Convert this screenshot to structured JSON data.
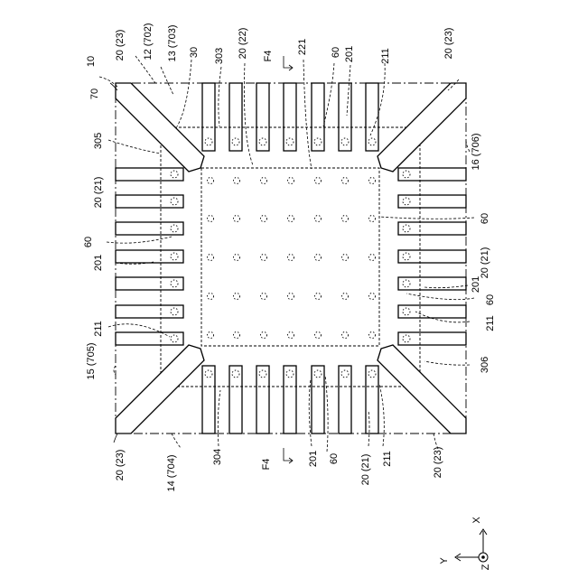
{
  "figure": {
    "labels": {
      "l10": "10",
      "l70": "70",
      "l20_23_tl": "20 (23)",
      "l12_702": "12 (702)",
      "l13_703": "13 (703)",
      "l30": "30",
      "l303": "303",
      "l20_22": "20 (22)",
      "lF4_top": "F4",
      "l221": "221",
      "l60_top": "60",
      "l201_top": "201",
      "l211_top": "211",
      "l20_23_tr": "20 (23)",
      "l305": "305",
      "l16_706": "16 (706)",
      "l20_21_left": "20 (21)",
      "l60_left": "60",
      "l60_right1": "60",
      "l201_left": "201",
      "l20_21_right": "20 (21)",
      "l201_right": "201",
      "l60_right2": "60",
      "l211_left": "211",
      "l211_right": "211",
      "l15_705": "15 (705)",
      "l306": "306",
      "l20_23_bl": "20 (23)",
      "l14_704": "14 (704)",
      "l304": "304",
      "lF4_bottom": "F4",
      "l201_bottom": "201",
      "l60_bottom": "60",
      "l20_21_bottom": "20 (21)",
      "l211_bottom": "211",
      "l20_23_br": "20 (23)"
    },
    "axes": {
      "x": "X",
      "y": "Y",
      "z": "Z"
    }
  }
}
